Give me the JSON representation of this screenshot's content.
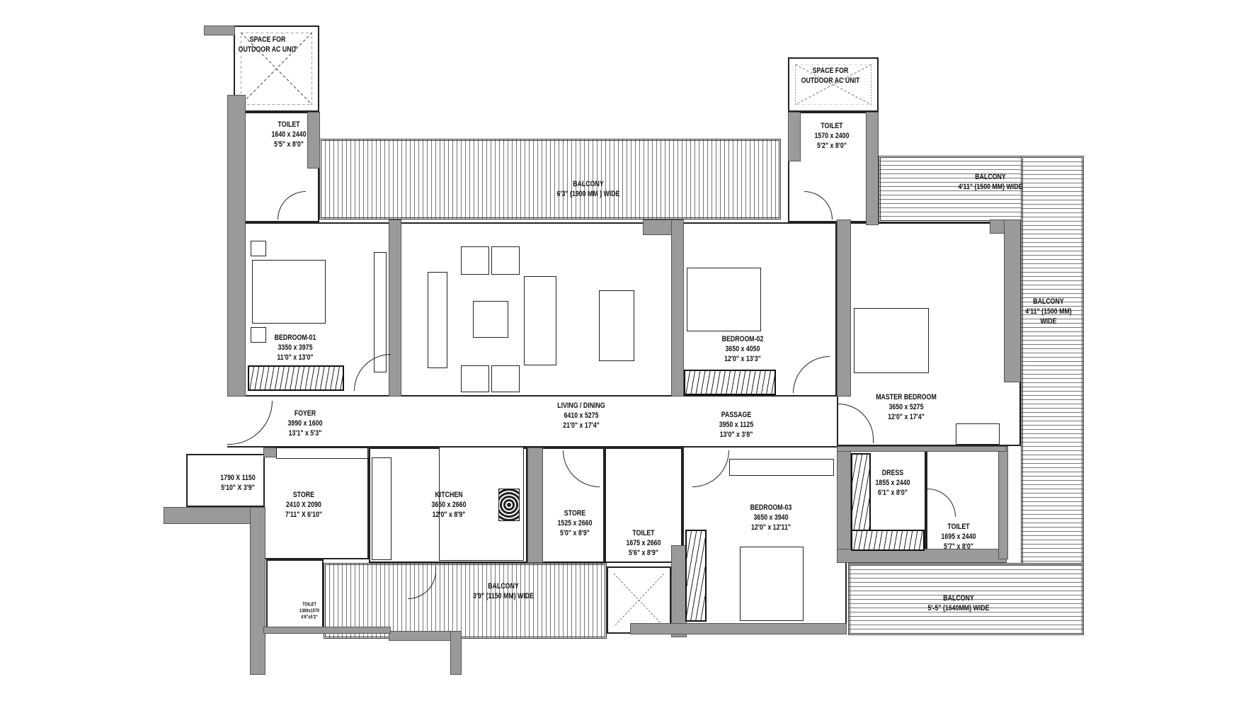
{
  "rooms": {
    "ac_left": {
      "name": "SPACE FOR",
      "sub": "OUTDOOR AC UNIT"
    },
    "toilet_left": {
      "name": "TOILET",
      "metric": "1640 x 2440",
      "imperial": "5'5\" x 8'0\""
    },
    "balcony_top": {
      "name": "BALCONY",
      "metric": "6'3\" (1900 MM ) WIDE"
    },
    "ac_right": {
      "name": "SPACE FOR",
      "sub": "OUTDOOR AC UNIT"
    },
    "toilet_right": {
      "name": "TOILET",
      "metric": "1570 x 2400",
      "imperial": "5'2\" x 8'0\""
    },
    "balcony_right_top": {
      "name": "BALCONY",
      "metric": "4'11\" (1500 MM) WIDE"
    },
    "balcony_right_side": {
      "name": "BALCONY",
      "metric": "4'11\" (1500 MM)",
      "imperial": "WIDE"
    },
    "bedroom_01": {
      "name": "BEDROOM-01",
      "metric": "3350 x 3975",
      "imperial": "11'0\" x 13'0\""
    },
    "living_dining": {
      "name": "LIVING / DINING",
      "metric": "6410 x 5275",
      "imperial": "21'0\" x 17'4\""
    },
    "bedroom_02": {
      "name": "BEDROOM-02",
      "metric": "3650 x 4050",
      "imperial": "12'0\" x 13'3\""
    },
    "master_bedroom": {
      "name": "MASTER BEDROOM",
      "metric": "3650 x 5275",
      "imperial": "12'0\" x 17'4\""
    },
    "foyer": {
      "name": "FOYER",
      "metric": "3990 x 1600",
      "imperial": "13'1\" x 5'3\""
    },
    "passage": {
      "name": "PASSAGE",
      "metric": "3950 x 1125",
      "imperial": "13'0\" x 3'8\""
    },
    "utility": {
      "metric": "1790 X 1150",
      "imperial": "5'10\" X 3'9\""
    },
    "store_1": {
      "name": "STORE",
      "metric": "2410 X 2090",
      "imperial": "7'11\" X 6'10\""
    },
    "kitchen": {
      "name": "KITCHEN",
      "metric": "3650 x 2660",
      "imperial": "12'0\" x 8'9\""
    },
    "store_2": {
      "name": "STORE",
      "metric": "1525 x 2660",
      "imperial": "5'0\" x 8'9\""
    },
    "toilet_common": {
      "name": "TOILET",
      "metric": "1675 x 2660",
      "imperial": "5'6\" x 8'9\""
    },
    "bedroom_03": {
      "name": "BEDROOM-03",
      "metric": "3650 x 3940",
      "imperial": "12'0\" x 12'11\""
    },
    "dress": {
      "name": "DRESS",
      "metric": "1855 x 2440",
      "imperial": "6'1\" x 8'0\""
    },
    "toilet_master": {
      "name": "TOILET",
      "metric": "1695 x 2440",
      "imperial": "5'7\" x 8'0\""
    },
    "balcony_kitchen": {
      "name": "BALCONY",
      "metric": "3'9\" (1150 MM) WIDE"
    },
    "balcony_bottom": {
      "name": "BALCONY",
      "metric": "5'-5\" (1640MM) WIDE"
    },
    "toilet_small": {
      "name": "TOILET",
      "metric": "1360x1570",
      "imperial": "4'6\"x5'2\""
    }
  },
  "colors": {
    "wall": "#9a9a9a",
    "line": "#222222",
    "background": "#ffffff"
  }
}
